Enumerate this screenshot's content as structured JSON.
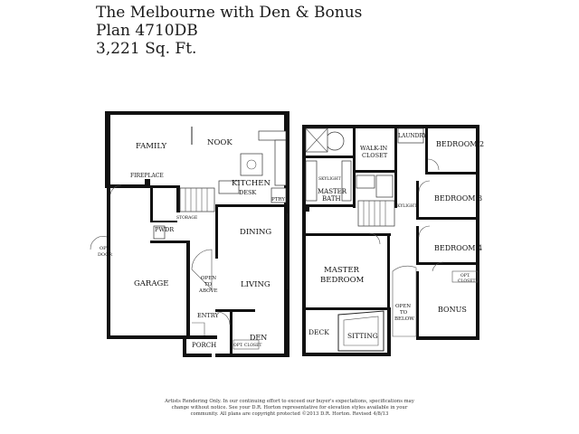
{
  "header": {
    "title": "The Melbourne with Den & Bonus",
    "plan": "Plan 4710DB",
    "area": "3,221 Sq. Ft."
  },
  "first_floor": {
    "family": "FAMILY",
    "nook": "NOOK",
    "fireplace": "FIREPLACE",
    "kitchen": "KITCHEN",
    "desk": "DESK",
    "pantry": "PTRY",
    "storage": "STORAGE",
    "powder": "PWDR",
    "dining": "DINING",
    "garage": "GARAGE",
    "opt_door_1": "OPT.",
    "opt_door_2": "DOOR",
    "open_above_1": "OPEN",
    "open_above_2": "TO",
    "open_above_3": "ABOVE",
    "living": "LIVING",
    "entry": "ENTRY",
    "den": "DEN",
    "den_closet": "OPT. CLOSET",
    "porch": "PORCH"
  },
  "second_floor": {
    "walkin_1": "WALK-IN",
    "walkin_2": "CLOSET",
    "laundry": "LAUNDRY",
    "bedroom2": "BEDROOM 2",
    "bedroom3": "BEDROOM 3",
    "bedroom4": "BEDROOM 4",
    "skylight_1": "SKYLIGHT",
    "skylight_2": "SKYLIGHT",
    "master_bath_1": "MASTER",
    "master_bath_2": "BATH",
    "master_bed_1": "MASTER",
    "master_bed_2": "BEDROOM",
    "opt_closet_1": "OPT.",
    "opt_closet_2": "CLOSET",
    "open_below_1": "OPEN",
    "open_below_2": "TO",
    "open_below_3": "BELOW",
    "bonus": "BONUS",
    "deck": "DECK",
    "sitting": "SITTING"
  },
  "disclaimer": {
    "line1": "Artists Rendering Only. In our continuing effort to exceed our buyer's expectations, specifications may",
    "line2": "change without notice. See your D.R. Horton representative for elevation styles available in your",
    "line3": "community. All plans are copyright protected ©2013 D.R. Horton. Revised 4/8/13"
  }
}
